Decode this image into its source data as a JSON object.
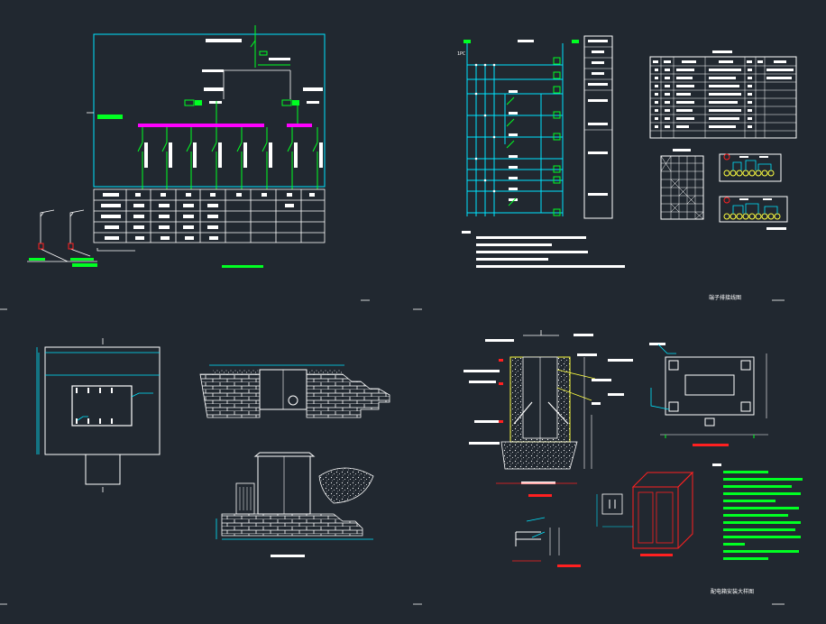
{
  "colors": {
    "background": "#212830",
    "white": "#ffffff",
    "cyan": "#00e5ff",
    "green": "#00ff22",
    "magenta": "#ff00ff",
    "red": "#ff2020",
    "yellow": "#ffff40"
  },
  "sheets": {
    "top_right": {
      "terminal_left_label": "1PC",
      "caption_bottom": "端子排接线图"
    },
    "bottom_right": {
      "caption_bottom": "配电箱安装大样图"
    }
  }
}
